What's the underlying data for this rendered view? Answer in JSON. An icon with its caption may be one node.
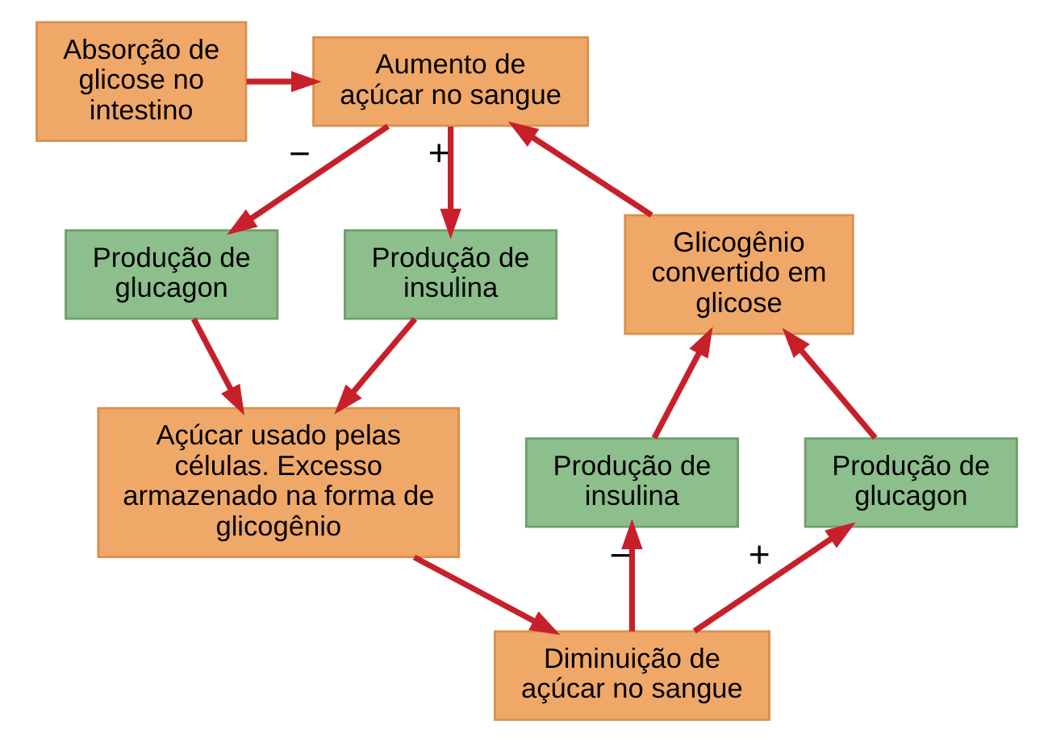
{
  "diagram": {
    "nodes": [
      {
        "text": [
          "Absorção de glicose no intestino"
        ]
      },
      {
        "text": [
          "Aumento de açúcar no sangue"
        ]
      },
      {
        "text": [
          "Produção de glucagon"
        ]
      },
      {
        "text": [
          "Produção de insulina"
        ]
      },
      {
        "text": [
          "Glicogênio convertido em glicose"
        ]
      },
      {
        "text": [
          "Produção de insulina"
        ]
      },
      {
        "text": [
          "Produção de glucagon"
        ]
      },
      {
        "text": [
          "Açúcar usado pelas células. Excesso armazenado na forma de glicogênio"
        ]
      },
      {
        "text": [
          "Diminuição de açúcar no sangue"
        ]
      }
    ],
    "edges": [
      {
        "from": 0,
        "to": 1,
        "arrow": "to"
      },
      {
        "from": 4,
        "to": 1,
        "arrow": "to"
      },
      {
        "from": 1,
        "to": 2,
        "arrow": "to",
        "label": "−"
      },
      {
        "from": 1,
        "to": 3,
        "arrow": "to",
        "label": "+"
      },
      {
        "from": 2,
        "to": 7,
        "arrow": "to"
      },
      {
        "from": 3,
        "to": 7,
        "arrow": "to"
      },
      {
        "from": 7,
        "to": 8,
        "arrow": "to"
      },
      {
        "from": 8,
        "to": 5,
        "arrow": "to",
        "label": "−"
      },
      {
        "from": 8,
        "to": 6,
        "arrow": "to",
        "label": "+"
      },
      {
        "from": 5,
        "to": 4,
        "arrow": "to"
      },
      {
        "from": 6,
        "to": 4,
        "arrow": "to"
      }
    ]
  }
}
